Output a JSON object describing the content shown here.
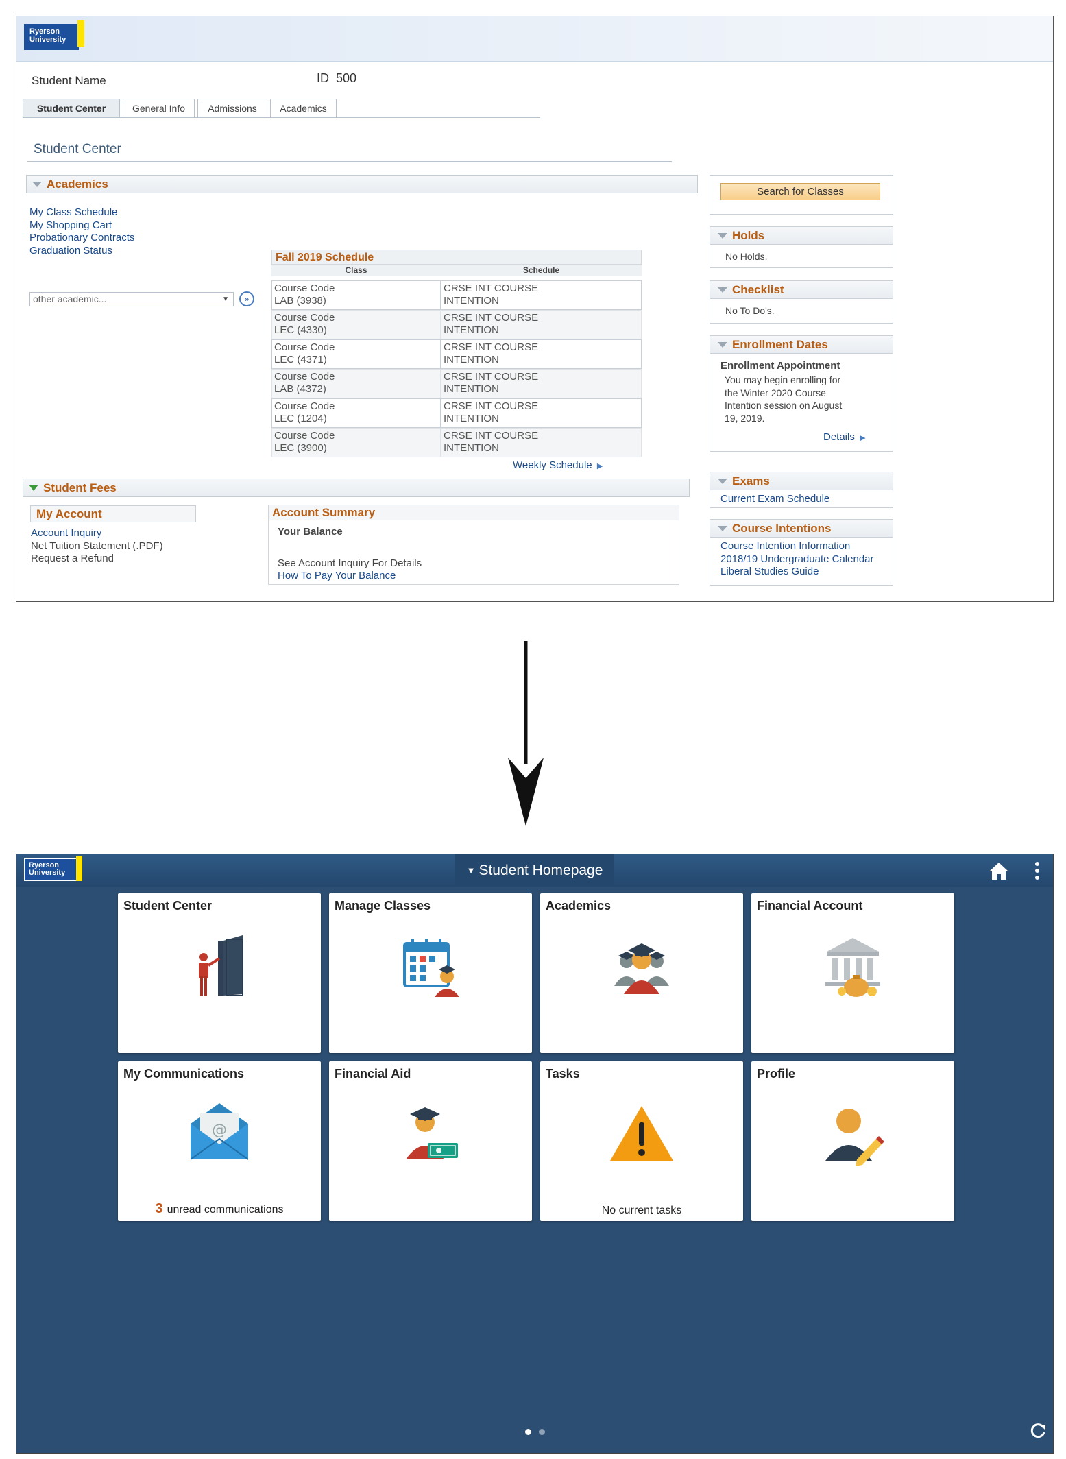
{
  "old_ui": {
    "logo": "Ryerson University",
    "student_name": "Student Name",
    "id_label": "ID",
    "id_value": "500",
    "tabs": [
      "Student Center",
      "General Info",
      "Admissions",
      "Academics"
    ],
    "page_title": "Student Center",
    "academics": {
      "heading": "Academics",
      "links": [
        "My Class Schedule",
        "My Shopping Cart",
        "Probationary Contracts",
        "Graduation Status"
      ],
      "other_select": "other academic...",
      "schedule": {
        "title": "Fall 2019 Schedule",
        "columns": [
          "Class",
          "Schedule"
        ],
        "rows": [
          {
            "class_1": "Course Code",
            "class_2": "LAB (3938)",
            "sched_1": "CRSE INT COURSE",
            "sched_2": "INTENTION"
          },
          {
            "class_1": "Course Code",
            "class_2": "LEC (4330)",
            "sched_1": "CRSE INT COURSE",
            "sched_2": "INTENTION"
          },
          {
            "class_1": "Course Code",
            "class_2": "LEC (4371)",
            "sched_1": "CRSE INT COURSE",
            "sched_2": "INTENTION"
          },
          {
            "class_1": "Course Code",
            "class_2": "LAB (4372)",
            "sched_1": "CRSE INT COURSE",
            "sched_2": "INTENTION"
          },
          {
            "class_1": "Course Code",
            "class_2": "LEC (1204)",
            "sched_1": "CRSE INT COURSE",
            "sched_2": "INTENTION"
          },
          {
            "class_1": "Course Code",
            "class_2": "LEC (3900)",
            "sched_1": "CRSE INT COURSE",
            "sched_2": "INTENTION"
          }
        ],
        "weekly_link": "Weekly Schedule"
      }
    },
    "fees": {
      "heading": "Student Fees",
      "my_account": "My Account",
      "links": [
        "Account Inquiry",
        "Net Tuition Statement (.PDF)",
        "Request a Refund"
      ],
      "summary_title": "Account Summary",
      "your_balance": "Your Balance",
      "see_inquiry": "See Account Inquiry For Details",
      "how_to_pay": "How To Pay Your Balance"
    },
    "sidebar": {
      "search_button": "Search for Classes",
      "holds": {
        "heading": "Holds",
        "text": "No Holds."
      },
      "checklist": {
        "heading": "Checklist",
        "text": "No To Do's."
      },
      "enrollment": {
        "heading": "Enrollment Dates",
        "sub": "Enrollment Appointment",
        "lines": [
          "You may begin enrolling for",
          "the Winter 2020 Course",
          "Intention session on August",
          "19, 2019."
        ],
        "details": "Details"
      },
      "exams": {
        "heading": "Exams",
        "link": "Current Exam Schedule"
      },
      "intentions": {
        "heading": "Course Intentions",
        "links": [
          "Course Intention Information",
          "2018/19 Undergraduate Calendar",
          "Liberal Studies Guide"
        ]
      }
    }
  },
  "new_ui": {
    "logo": "Ryerson University",
    "title": "Student Homepage",
    "tiles": [
      {
        "title": "Student Center",
        "icon": "presenter-door-icon"
      },
      {
        "title": "Manage Classes",
        "icon": "calendar-student-icon"
      },
      {
        "title": "Academics",
        "icon": "graduates-icon"
      },
      {
        "title": "Financial Account",
        "icon": "bank-moneybag-icon"
      },
      {
        "title": "My Communications",
        "icon": "envelope-icon",
        "count": "3",
        "footer": "unread communications"
      },
      {
        "title": "Financial Aid",
        "icon": "graduate-money-icon"
      },
      {
        "title": "Tasks",
        "icon": "warning-icon",
        "footer": "No current tasks"
      },
      {
        "title": "Profile",
        "icon": "profile-edit-icon"
      }
    ],
    "page_dots": 2,
    "active_dot": 1
  },
  "colors": {
    "header_blue": "#2c4e72",
    "section_orange": "#b85d12",
    "link_blue": "#1a4a8a",
    "logo_blue": "#1c4f9c",
    "logo_yellow": "#ffe400"
  }
}
